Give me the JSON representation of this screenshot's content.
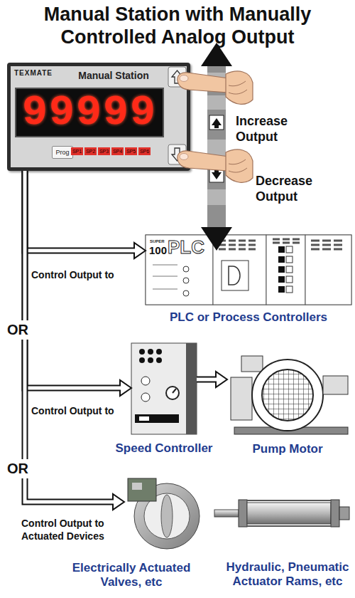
{
  "diagram": {
    "title": "Manual Station with Manually Controlled Analog Output",
    "nodes": [
      {
        "text": [
          "Manual Station"
        ]
      },
      {
        "text": [
          "99999"
        ],
        "in": 0
      },
      {
        "text": [
          "Prog"
        ],
        "in": 0
      },
      {
        "text": [
          "PLC or Process Controllers"
        ]
      },
      {
        "text": [
          "Speed Controller"
        ]
      },
      {
        "text": [
          "Pump Motor"
        ]
      },
      {
        "text": [
          "Electrically Actuated Valves, etc"
        ]
      },
      {
        "text": [
          "Hydraulic, Pneumatic Actuator Rams, etc"
        ]
      }
    ],
    "edges": [
      {
        "from": 0,
        "to": 3,
        "arrow": "to",
        "label": "Control Output to"
      },
      {
        "from": 0,
        "to": 4,
        "arrow": "to",
        "label": "Control Output to"
      },
      {
        "from": 4,
        "to": 5,
        "arrow": "to"
      },
      {
        "from": 0,
        "to": 6,
        "arrow": "to",
        "label": "Control Output to Actuated Devices"
      }
    ],
    "labels": [
      "TEXMATE",
      "SP1",
      "SP2",
      "SP3",
      "SP4",
      "SP5",
      "SP6",
      "Increase Output",
      "Decrease Output",
      "SUPER",
      "100",
      "PLC",
      "OR",
      "OR"
    ]
  }
}
